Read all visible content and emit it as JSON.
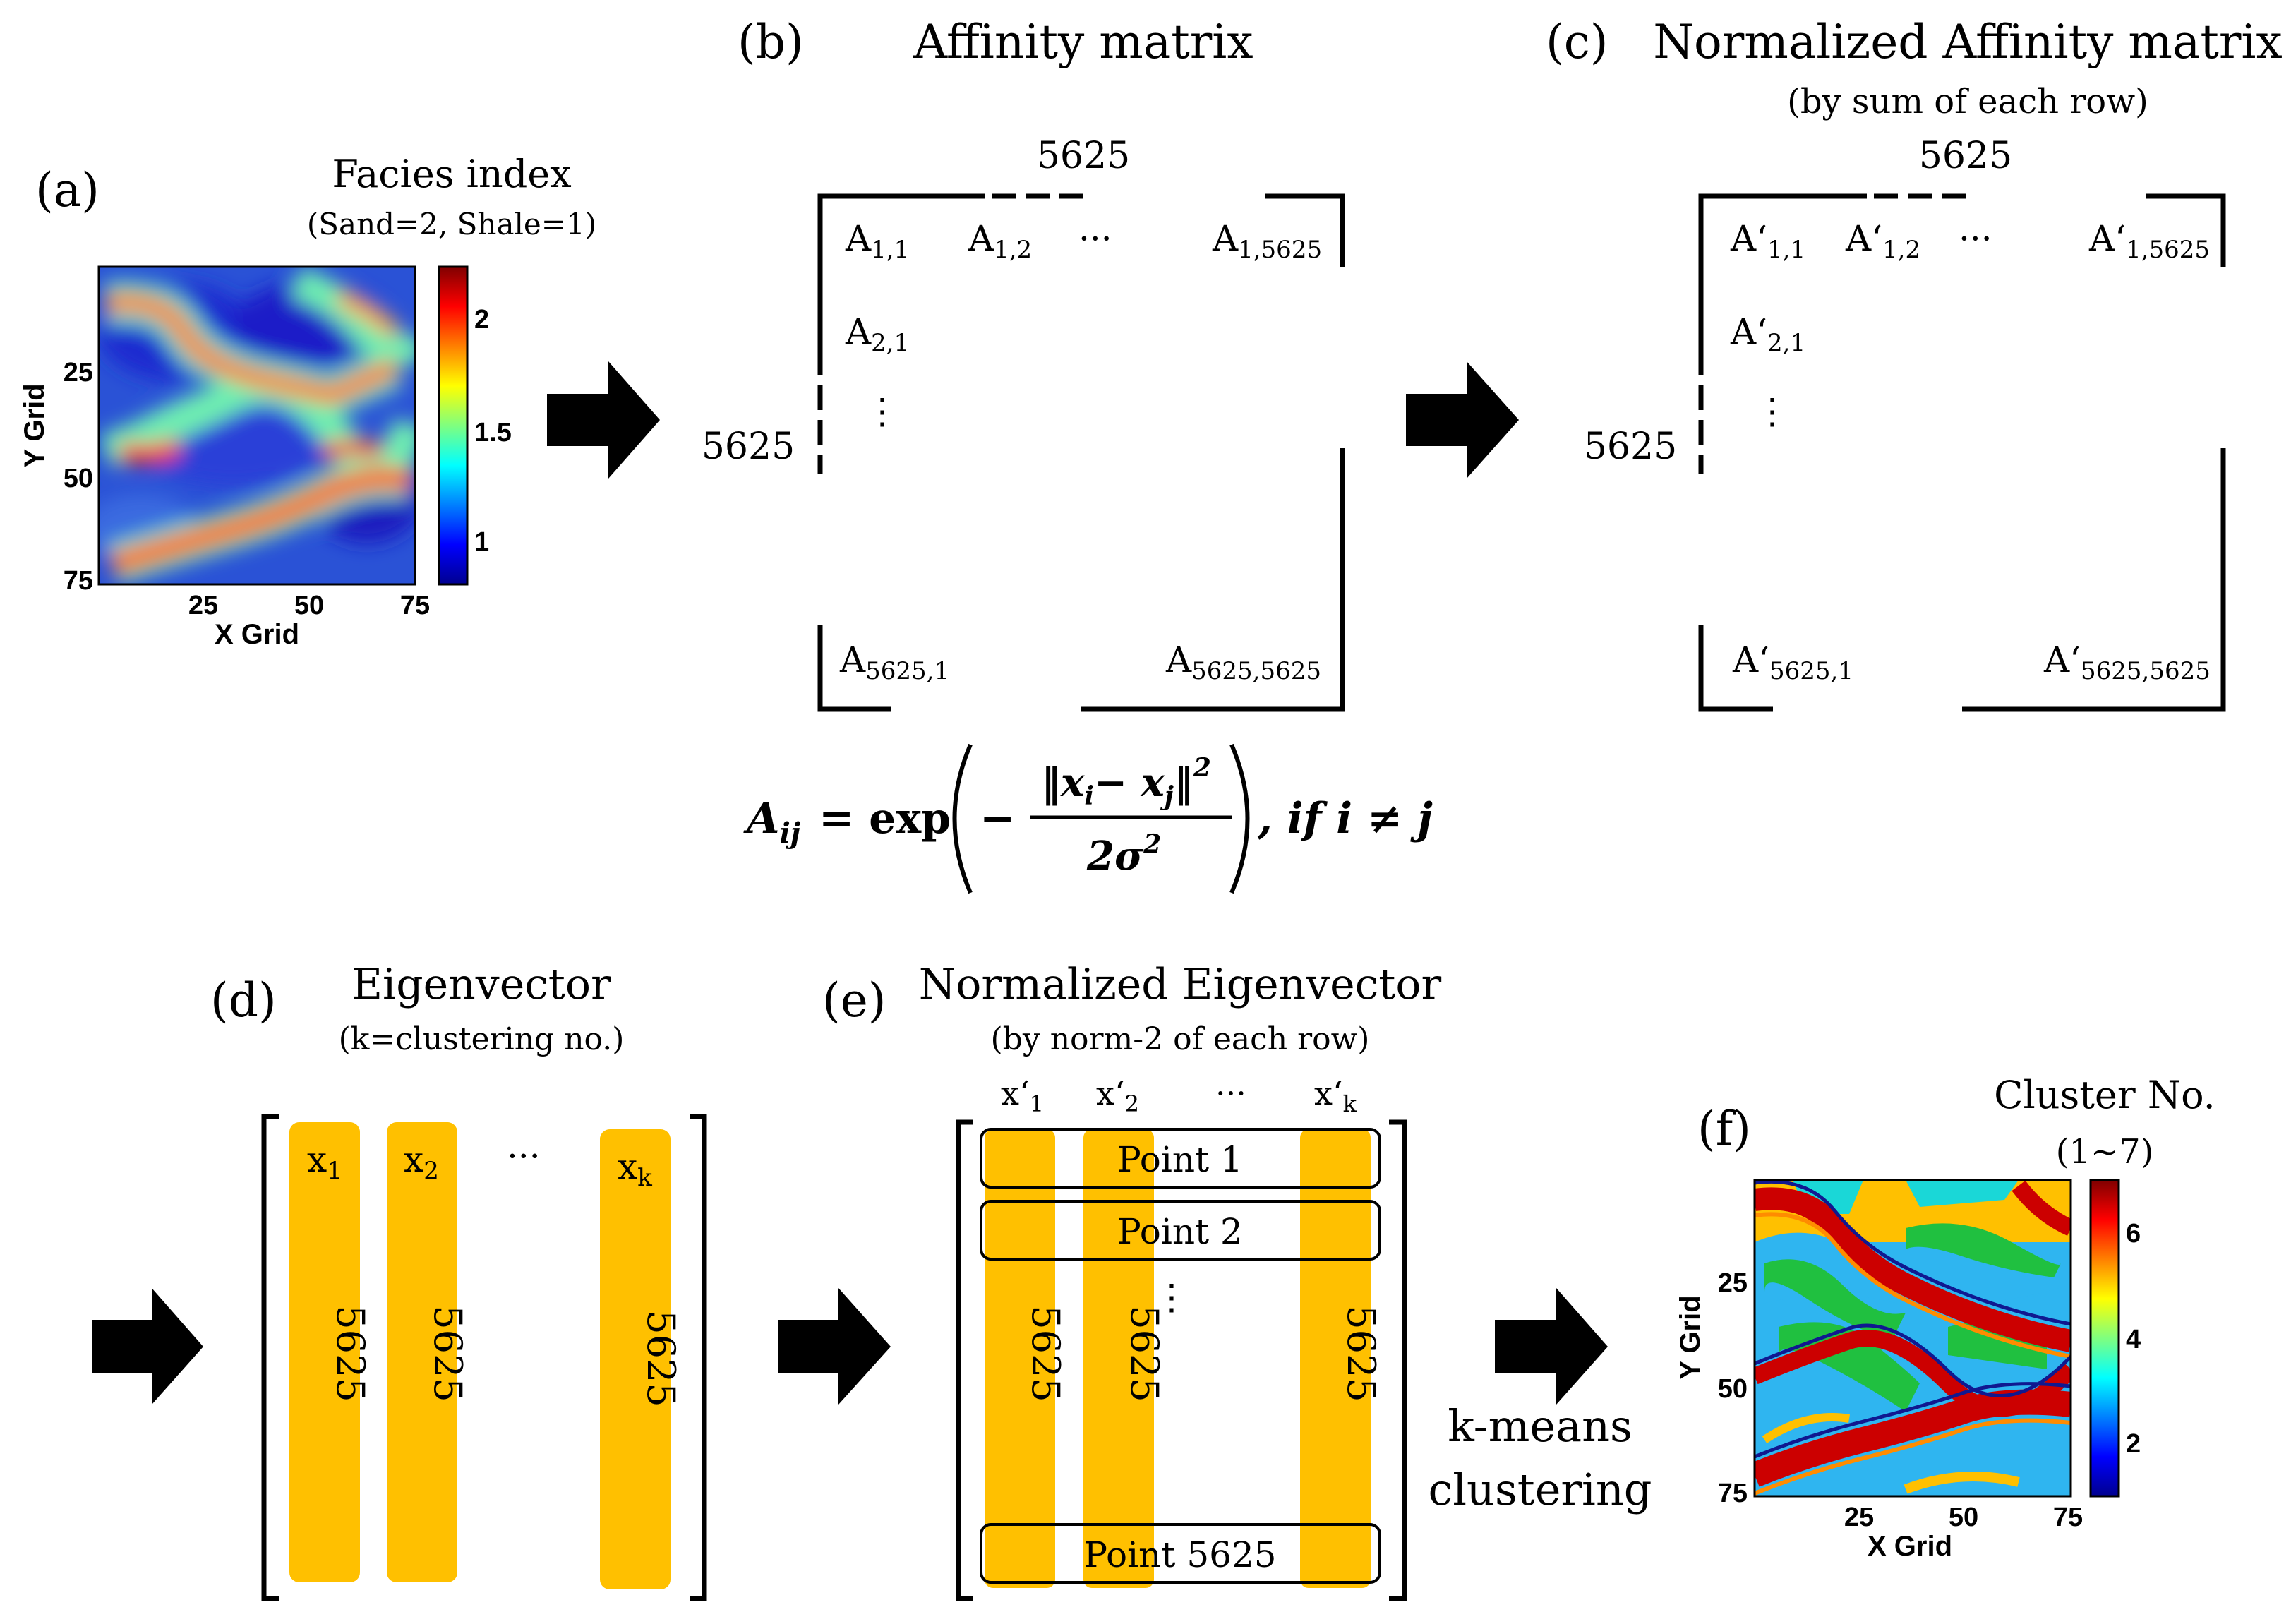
{
  "panel_a": {
    "letter": "(a)",
    "title": "Facies index",
    "subtitle": "(Sand=2, Shale=1)",
    "y_axis_label": "Y Grid",
    "x_axis_label": "X Grid",
    "y_ticks": [
      "25",
      "50",
      "75"
    ],
    "x_ticks": [
      "25",
      "50",
      "75"
    ],
    "colorbar_ticks": [
      "2",
      "1.5",
      "1"
    ]
  },
  "panel_b": {
    "letter": "(b)",
    "title": "Affinity matrix",
    "top_dim": "5625",
    "left_dim": "5625",
    "cells": {
      "a11": "A",
      "a11_sub": "1,1",
      "a12": "A",
      "a12_sub": "1,2",
      "a1n": "A",
      "a1n_sub": "1,5625",
      "a21": "A",
      "a21_sub": "2,1",
      "an1": "A",
      "an1_sub": "5625,1",
      "ann": "A",
      "ann_sub": "5625,5625"
    },
    "hdots": "···",
    "vdots": "⋮"
  },
  "formula": {
    "lhs": "A",
    "lhs_sub": "ij",
    "eq": "= exp",
    "num": "‖x",
    "num_sub_i": "i",
    "num_minus": "− x",
    "num_sub_j": "j",
    "num_close": "‖",
    "num_exp": "2",
    "den": "2σ",
    "den_exp": "2",
    "minus": "−",
    "cond": ", if i ≠ j"
  },
  "panel_c": {
    "letter": "(c)",
    "title": "Normalized Affinity matrix",
    "subtitle": "(by sum of each row)",
    "top_dim": "5625",
    "left_dim": "5625",
    "cells": {
      "a11": "A‘",
      "a11_sub": "1,1",
      "a12": "A‘",
      "a12_sub": "1,2",
      "a1n": "A‘",
      "a1n_sub": "1,5625",
      "a21": "A‘",
      "a21_sub": "2,1",
      "an1": "A‘",
      "an1_sub": "5625,1",
      "ann": "A‘",
      "ann_sub": "5625,5625"
    },
    "hdots": "···",
    "vdots": "⋮"
  },
  "panel_d": {
    "letter": "(d)",
    "title": "Eigenvector",
    "subtitle": "(k=clustering no.)",
    "col_labels": [
      "x",
      "x",
      "x"
    ],
    "col_subs": [
      "1",
      "2",
      "k"
    ],
    "col_length": "5625",
    "hdots": "···"
  },
  "panel_e": {
    "letter": "(e)",
    "title": "Normalized Eigenvector",
    "subtitle": "(by norm-2 of each row)",
    "col_labels": [
      "x‘",
      "x‘",
      "x‘"
    ],
    "col_subs": [
      "1",
      "2",
      "k"
    ],
    "col_length": "5625",
    "hdots": "···",
    "vdots": "⋮",
    "rows": [
      "Point 1",
      "Point 2",
      "Point 5625"
    ]
  },
  "kmeans_label_1": "k-means",
  "kmeans_label_2": "clustering",
  "panel_f": {
    "letter": "(f)",
    "title": "Cluster No.",
    "subtitle": "(1~7)",
    "y_axis_label": "Y Grid",
    "x_axis_label": "X Grid",
    "y_ticks": [
      "25",
      "50",
      "75"
    ],
    "x_ticks": [
      "25",
      "50",
      "75"
    ],
    "colorbar_ticks": [
      "6",
      "4",
      "2"
    ]
  },
  "colors": {
    "bar": "#ffc000",
    "ink": "#000000"
  },
  "icons": [
    "right-arrow-icon"
  ]
}
